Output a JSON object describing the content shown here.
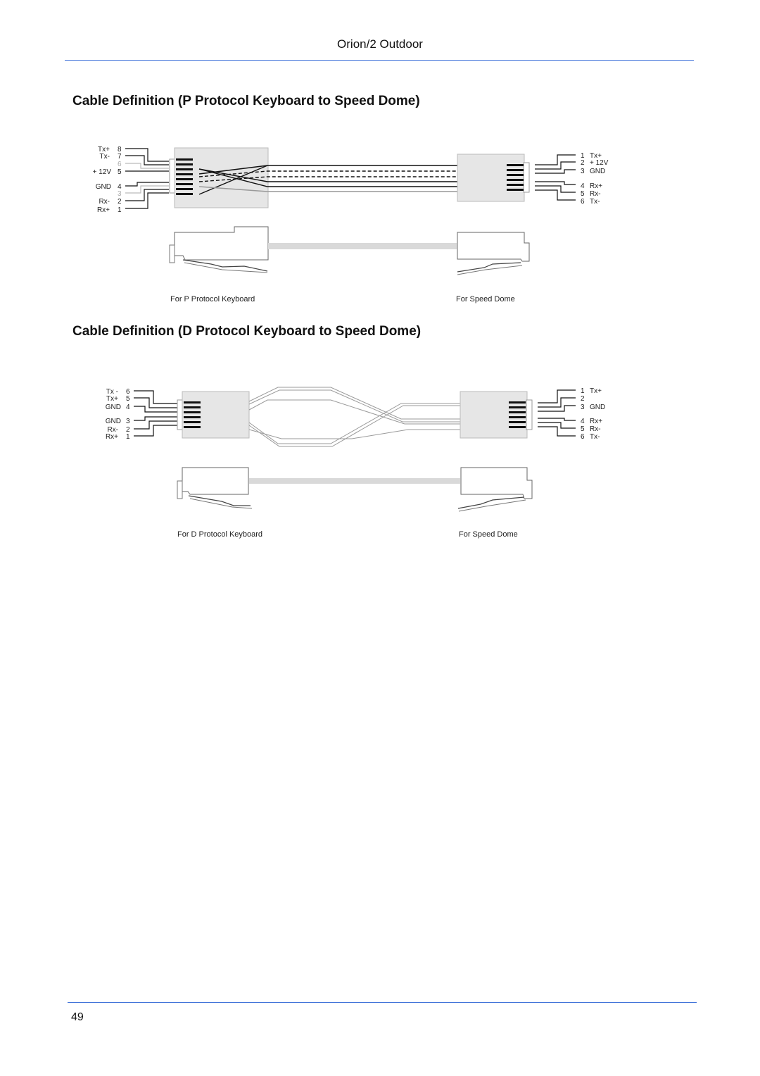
{
  "header": {
    "title": "Orion/2 Outdoor"
  },
  "sections": [
    {
      "title": "Cable Definition (P Protocol Keyboard to Speed Dome)",
      "left_caption": "For P Protocol Keyboard",
      "right_caption": "For Speed Dome",
      "left_pins": [
        {
          "name": "Tx+",
          "num": "8"
        },
        {
          "name": "Tx-",
          "num": "7"
        },
        {
          "name": "",
          "num": "6"
        },
        {
          "name": "+ 12V",
          "num": "5"
        },
        {
          "name": "GND",
          "num": "4"
        },
        {
          "name": "",
          "num": "3"
        },
        {
          "name": "Rx-",
          "num": "2"
        },
        {
          "name": "Rx+",
          "num": "1"
        }
      ],
      "right_pins": [
        {
          "num": "1",
          "name": "Tx+"
        },
        {
          "num": "2",
          "name": "+ 12V"
        },
        {
          "num": "3",
          "name": "GND"
        },
        {
          "num": "4",
          "name": "Rx+"
        },
        {
          "num": "5",
          "name": "Rx-"
        },
        {
          "num": "6",
          "name": "Tx-"
        }
      ]
    },
    {
      "title": "Cable Definition (D Protocol Keyboard to Speed Dome)",
      "left_caption": "For D Protocol Keyboard",
      "right_caption": "For Speed Dome",
      "left_pins": [
        {
          "name": "Tx -",
          "num": "6"
        },
        {
          "name": "Tx+",
          "num": "5"
        },
        {
          "name": "GND",
          "num": "4"
        },
        {
          "name": "GND",
          "num": "3"
        },
        {
          "name": "Rx-",
          "num": "2"
        },
        {
          "name": "Rx+",
          "num": "1"
        }
      ],
      "right_pins": [
        {
          "num": "1",
          "name": "Tx+"
        },
        {
          "num": "2",
          "name": ""
        },
        {
          "num": "3",
          "name": "GND"
        },
        {
          "num": "4",
          "name": "Rx+"
        },
        {
          "num": "5",
          "name": "Rx-"
        },
        {
          "num": "6",
          "name": "Tx-"
        }
      ]
    }
  ],
  "footer": {
    "page_number": "49"
  }
}
